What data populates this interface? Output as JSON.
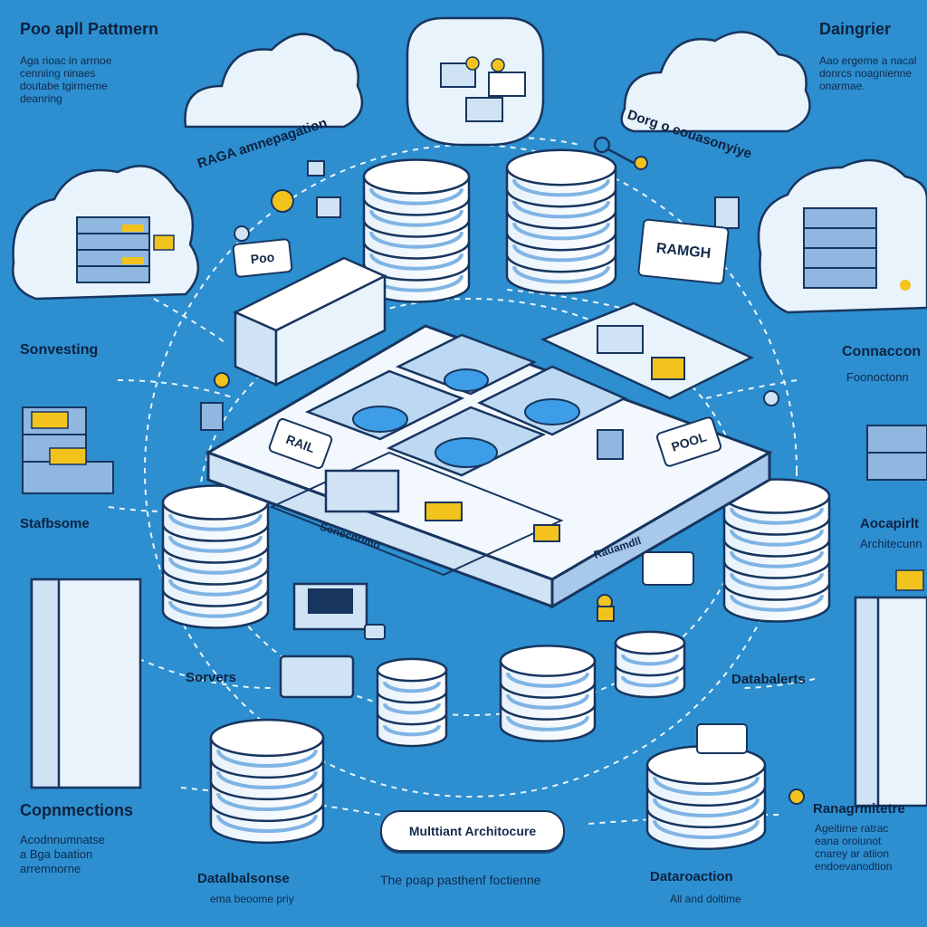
{
  "colors": {
    "background": "#2d8fd0",
    "outline": "#17355f",
    "white": "#ffffff",
    "light_blue": "#cfe3f5",
    "mid_blue": "#7fb4e4",
    "accent_yellow": "#f3c31d",
    "glow_blue": "#3d9de6"
  },
  "texts": {
    "top_left_title": "Poo apll Pattmern",
    "top_left_body": [
      "Aga rioac in arrnoe",
      "cenniing ninaes",
      "doutabe tgirmeme",
      "deanring"
    ],
    "top_right_title": "Daingrier",
    "top_right_body": [
      "Aao ergeme a nacal",
      "donrcs noagnienne",
      "onarmae."
    ],
    "left_label_1": "Sonvesting",
    "left_label_2": "Stafbsome",
    "left_label_3": "Sorvers",
    "bottom_left_title": "Copnmections",
    "bottom_left_body": [
      "Acodnnumnatse",
      "a Bga baation",
      "arremnorne"
    ],
    "bottom_left_mid_title": "Datalbalsonse",
    "bottom_left_mid_body": "ema beoome priy",
    "right_label_1_title": "Connaccon",
    "right_label_1_body": "Foonoctonn",
    "right_label_2_title": "Aocapirlt",
    "right_label_2_body": "Architecunn",
    "right_label_3": "Databalerts",
    "bottom_right_title": "Ranagrmitetre",
    "bottom_right_body": [
      "Ageitirne ratrac",
      "eana oroiunot",
      "cnarey ar atiion",
      "endoevanodtion"
    ],
    "bottom_right_mid_title": "Dataroaction",
    "bottom_right_mid_body": "All and doltime",
    "center_pill": "Multtiant Architocure",
    "bottom_center_caption": "The poap pasthenf foctienne",
    "arc_left": "RAGA amnepagation",
    "arc_right": "Dorg o couasonyiye",
    "tag_ramgh": "RAMGH",
    "tag_poo": "Poo",
    "tag_rail": "RAIL",
    "tag_pool": "POOL",
    "platform_label_left": "Sonecnrimo",
    "platform_label_right": "Rauamdll"
  },
  "icons": [
    "cloud-icon",
    "server-rack-icon",
    "database-stack-icon",
    "gear-icon",
    "lock-icon",
    "key-icon",
    "folder-icon",
    "coin-icon",
    "plug-icon"
  ]
}
